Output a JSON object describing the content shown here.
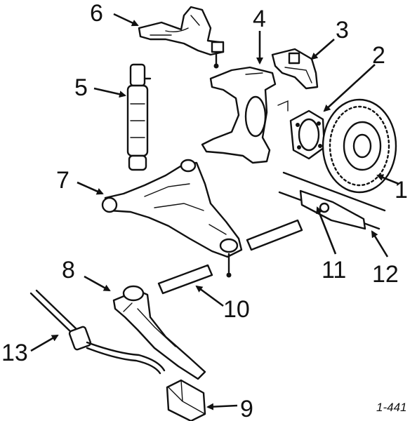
{
  "callouts": [
    {
      "id": "1",
      "text": "1"
    },
    {
      "id": "2",
      "text": "2"
    },
    {
      "id": "3",
      "text": "3"
    },
    {
      "id": "4",
      "text": "4"
    },
    {
      "id": "5",
      "text": "5"
    },
    {
      "id": "6",
      "text": "6"
    },
    {
      "id": "7",
      "text": "7"
    },
    {
      "id": "8",
      "text": "8"
    },
    {
      "id": "9",
      "text": "9"
    },
    {
      "id": "10",
      "text": "10"
    },
    {
      "id": "11",
      "text": "11"
    },
    {
      "id": "12",
      "text": "12"
    },
    {
      "id": "13",
      "text": "13"
    }
  ],
  "figure_code": "1-441",
  "colors": {
    "ink": "#111111",
    "paper": "#ffffff"
  }
}
